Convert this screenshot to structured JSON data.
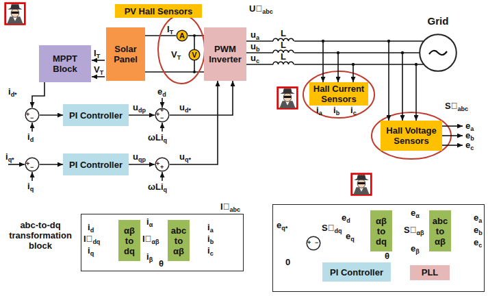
{
  "diagram": {
    "nodes": [
      {
        "text": [
          "PV Hall Sensors"
        ]
      },
      {
        "text": [
          "MPPT Block"
        ]
      },
      {
        "text": [
          "Solar Panel"
        ]
      },
      {
        "text": [
          "A"
        ]
      },
      {
        "text": [
          "V"
        ]
      },
      {
        "text": [
          "PWM Inverter"
        ]
      },
      {
        "text": [
          "Grid"
        ]
      },
      {
        "text": [
          "Hall Current Sensors"
        ]
      },
      {
        "text": [
          "Hall Voltage Sensors"
        ]
      },
      {
        "text": [
          "+",
          "−"
        ]
      },
      {
        "text": [
          "PI Controller"
        ]
      },
      {
        "text": [
          "+",
          "+",
          "−"
        ]
      },
      {
        "text": [
          "+",
          "−"
        ]
      },
      {
        "text": [
          "PI Controller"
        ]
      },
      {
        "text": [
          "+",
          "+"
        ]
      },
      {
        "text": [
          "abc-to-dq transformation block",
          "I⃗abc"
        ]
      },
      {
        "text": [
          "αβ to dq"
        ],
        "in": 15
      },
      {
        "text": [
          "abc to αβ"
        ],
        "in": 15
      },
      {
        "text": [
          "PLL"
        ]
      },
      {
        "text": [
          "αβ to dq"
        ],
        "in": 18
      },
      {
        "text": [
          "abc to αβ"
        ],
        "in": 18
      },
      {
        "text": [
          "+",
          "−"
        ],
        "in": 18
      },
      {
        "text": [
          "PI Controller"
        ],
        "in": 18
      }
    ],
    "edges": [
      {
        "from": 2,
        "to": 3,
        "arrow": "none"
      },
      {
        "from": 3,
        "to": 5,
        "arrow": "none"
      },
      {
        "from": 2,
        "to": 5,
        "arrow": "none"
      },
      {
        "from": 5,
        "to": 6,
        "arrow": "none"
      },
      {
        "from": 5,
        "to": 6,
        "arrow": "none"
      },
      {
        "from": 5,
        "to": 6,
        "arrow": "none"
      },
      {
        "from": 1,
        "to": 9,
        "arrow": "to"
      },
      {
        "from": 9,
        "to": 10,
        "arrow": "to"
      },
      {
        "from": 10,
        "to": 11,
        "arrow": "to"
      },
      {
        "from": 11,
        "to": 5,
        "arrow": "to"
      },
      {
        "from": 12,
        "to": 13,
        "arrow": "to"
      },
      {
        "from": 13,
        "to": 14,
        "arrow": "to"
      },
      {
        "from": 14,
        "to": 5,
        "arrow": "to"
      },
      {
        "from": 17,
        "to": 16,
        "arrow": "to"
      },
      {
        "from": 17,
        "to": 16,
        "arrow": "to"
      },
      {
        "from": 20,
        "to": 19,
        "arrow": "to"
      },
      {
        "from": 20,
        "to": 19,
        "arrow": "to"
      },
      {
        "from": 19,
        "to": 21,
        "arrow": "to"
      },
      {
        "from": 21,
        "to": 22,
        "arrow": "to"
      },
      {
        "from": 22,
        "to": 19,
        "arrow": "to"
      }
    ],
    "labels": [
      "IT",
      "VT",
      "IT",
      "VT",
      "id*",
      "id",
      "udp",
      "ed",
      "ud*",
      "ωLiq",
      "iq*",
      "iq",
      "uqp",
      "uq*",
      "ωLiq",
      "U⃗abc",
      "ua",
      "ub",
      "uc",
      "L",
      "L",
      "L",
      "ia",
      "ib",
      "ic",
      "S⃗abc",
      "ea",
      "eb",
      "ec",
      "id",
      "iq",
      "I⃗dq",
      "iα",
      "iβ",
      "I⃗αβ",
      "ia",
      "ib",
      "ic",
      "θ",
      "ed",
      "eq",
      "S⃗dq",
      "eα",
      "eβ",
      "S⃗αβ",
      "ea",
      "eb",
      "ec",
      "eq*",
      "0",
      "θ"
    ]
  }
}
